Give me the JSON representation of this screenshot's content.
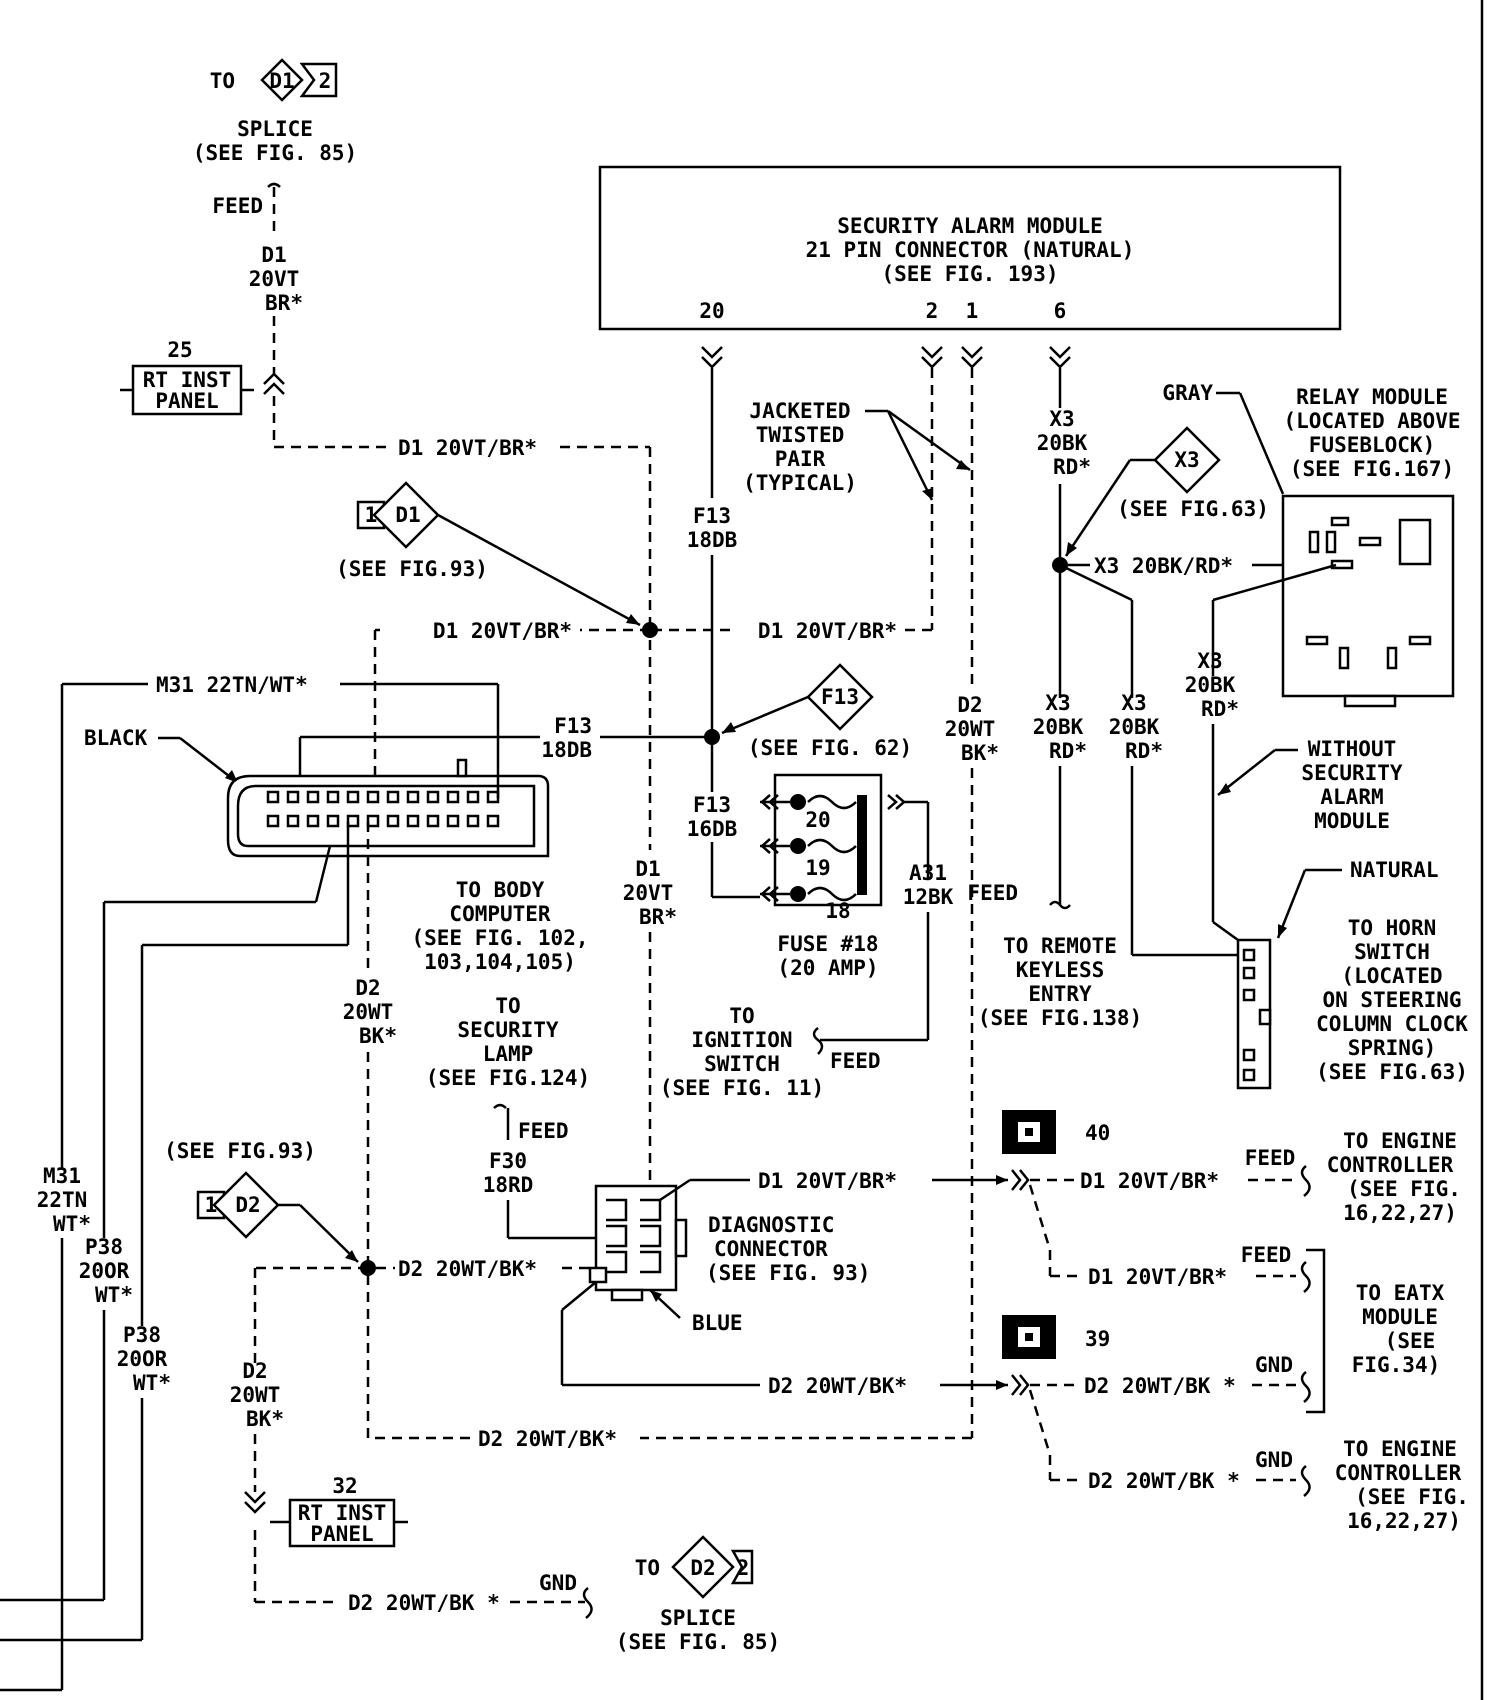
{
  "module": {
    "title": "SECURITY ALARM MODULE",
    "subtitle": "21 PIN CONNECTOR (NATURAL)",
    "ref": "(SEE FIG. 193)",
    "pins": [
      "20",
      "2",
      "1",
      "6"
    ]
  },
  "top_splice": {
    "to": "TO",
    "code": "D1",
    "num": "2",
    "name": "SPLICE",
    "ref": "(SEE FIG. 85)",
    "feed": "FEED",
    "wire": [
      "D1",
      "20VT",
      "BR*"
    ]
  },
  "rt_inst_top": {
    "num": "25",
    "line1": "RT INST",
    "line2": "PANEL"
  },
  "rt_inst_bottom": {
    "num": "32",
    "line1": "RT INST",
    "line2": "PANEL"
  },
  "bottom_splice": {
    "to": "TO",
    "code": "D2",
    "num": "2",
    "name": "SPLICE",
    "ref": "(SEE FIG. 85)",
    "gnd": "GND"
  },
  "wires": {
    "d1_vt_br": "D1 20VT/BR*",
    "d2_wt_bk": "D2 20WT/BK*",
    "d2_wt_bk_sp": "D2 20WT/BK *",
    "m31": "M31 22TN/WT*",
    "f13": [
      "F13",
      "18DB"
    ],
    "f13_b": [
      "F13",
      "16DB"
    ],
    "d1_vert": [
      "D1",
      "20VT",
      "BR*"
    ],
    "d2_vert": [
      "D2",
      "20WT",
      "BK*"
    ],
    "x3_vert": [
      "X3",
      "20BK",
      "RD*"
    ],
    "x3_horiz": "X3 20BK/RD*",
    "a31": [
      "A31",
      "12BK"
    ],
    "f30": [
      "F30",
      "18RD"
    ],
    "m31_vert": [
      "M31",
      "22TN",
      "WT*"
    ],
    "p38_a": [
      "P38",
      "20OR",
      "WT*"
    ],
    "p38_b": [
      "P38",
      "20OR",
      "WT*"
    ]
  },
  "jacketed": [
    "JACKETED",
    "TWISTED",
    "PAIR",
    "(TYPICAL)"
  ],
  "splice_d1": {
    "num": "1",
    "code": "D1",
    "ref": "(SEE FIG.93)"
  },
  "splice_d2": {
    "num": "1",
    "code": "D2",
    "ref": "(SEE FIG.93)"
  },
  "splice_f13": {
    "code": "F13",
    "ref": "(SEE FIG. 62)"
  },
  "splice_x3": {
    "code": "X3",
    "ref": "(SEE FIG.63)"
  },
  "body_computer": {
    "color": "BLACK",
    "lines": [
      "TO BODY",
      "COMPUTER",
      "(SEE FIG. 102,",
      "103,104,105)"
    ]
  },
  "fuse": {
    "pins": [
      "20",
      "19",
      "18"
    ],
    "name": "FUSE #18",
    "rating": "(20 AMP)"
  },
  "ignition": {
    "lines": [
      "TO",
      "IGNITION",
      "SWITCH",
      "(SEE FIG. 11)"
    ],
    "feed": "FEED"
  },
  "security_lamp": {
    "lines": [
      "TO",
      "SECURITY",
      "LAMP",
      "(SEE FIG.124)"
    ],
    "feed": "FEED"
  },
  "remote_keyless": {
    "feed": "FEED",
    "lines": [
      "TO REMOTE",
      "KEYLESS",
      "ENTRY",
      "(SEE FIG.138)"
    ]
  },
  "relay": {
    "gray": "GRAY",
    "lines": [
      "RELAY MODULE",
      "(LOCATED ABOVE",
      "FUSEBLOCK)",
      "(SEE FIG.167)"
    ]
  },
  "without_sam": [
    "WITHOUT",
    "SECURITY",
    "ALARM",
    "MODULE"
  ],
  "horn": {
    "natural": "NATURAL",
    "lines": [
      "TO HORN",
      "SWITCH",
      "(LOCATED",
      "ON STEERING",
      "COLUMN CLOCK",
      "SPRING)",
      "(SEE FIG.63)"
    ]
  },
  "diagnostic": {
    "lines": [
      "DIAGNOSTIC",
      "CONNECTOR",
      "(SEE FIG. 93)"
    ],
    "color": "BLUE"
  },
  "connectors": {
    "c40": "40",
    "c39": "39"
  },
  "engine_ctrl_1": {
    "feed": "FEED",
    "lines": [
      "TO ENGINE",
      "CONTROLLER",
      "(SEE FIG.",
      "16,22,27)"
    ]
  },
  "engine_ctrl_2": {
    "gnd": "GND",
    "lines": [
      "TO ENGINE",
      "CONTROLLER",
      "(SEE FIG.",
      "16,22,27)"
    ]
  },
  "eatx": {
    "feed": "FEED",
    "gnd": "GND",
    "lines": [
      "TO EATX",
      "MODULE",
      "(SEE",
      "FIG.34)"
    ]
  }
}
